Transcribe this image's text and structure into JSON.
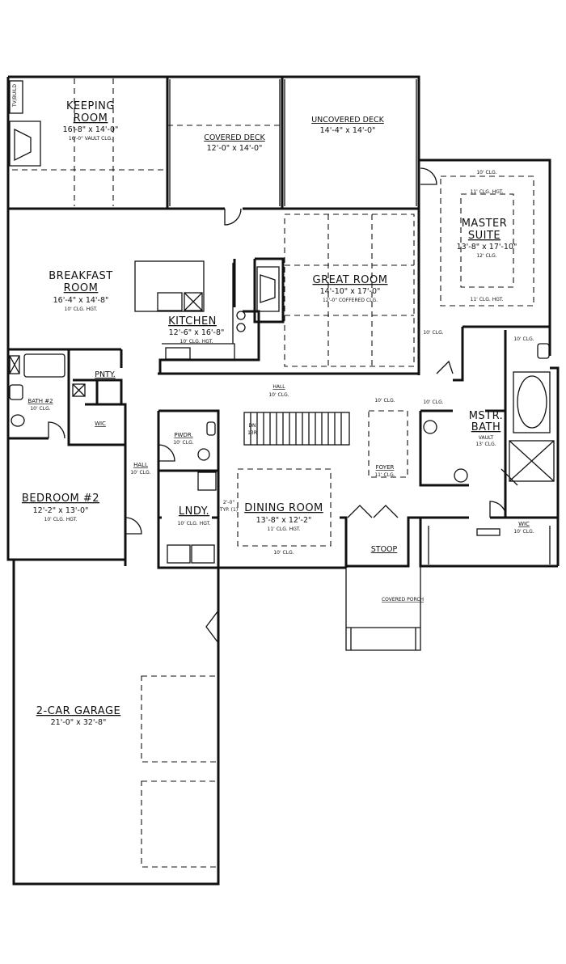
{
  "rooms": {
    "keeping_1": "KEEPING",
    "keeping_2": "ROOM",
    "keeping_dim": "16'-8\" x 14'-0\"",
    "keeping_clg": "16'-0\" VAULT CLG.",
    "tvlocation": "TV/BUILD",
    "covered_deck": "COVERED DECK",
    "covered_deck_dim": "12'-0\" x 14'-0\"",
    "uncovered_deck": "UNCOVERED DECK",
    "uncovered_deck_dim": "14'-4\" x 14'-0\"",
    "master_clg_top": "10' CLG.",
    "master_clg_hgt": "11' CLG. HGT.",
    "master_1": "MASTER",
    "master_2": "SUITE",
    "master_dim": "13'-8\" x 17'-10\"",
    "master_clg": "12' CLG.",
    "master_clg_bottom": "11' CLG. HGT.",
    "breakfast_1": "BREAKFAST",
    "breakfast_2": "ROOM",
    "breakfast_dim": "16'-4\" x 14'-8\"",
    "breakfast_clg": "10' CLG. HGT.",
    "great_room": "GREAT ROOM",
    "great_dim": "14'-10\" x 17'-0\"",
    "great_clg": "12'-0\" COFFERED CLG.",
    "kitchen": "KITCHEN",
    "kitchen_dim": "12'-6\" x 16'-8\"",
    "kitchen_clg": "10' CLG. HGT.",
    "clg_10_a": "10' CLG.",
    "clg_10_b": "10' CLG.",
    "pnty": "PNTY.",
    "hall_top": "HALL",
    "hall_top_clg": "10' CLG.",
    "bath2": "BATH #2",
    "bath2_clg": "10' CLG.",
    "wic_left": "WIC",
    "pwdr": "PWDR.",
    "pwdr_clg": "10' CLG.",
    "dn": "DN",
    "dn2": "13R",
    "foyer_clg_top": "10' CLG.",
    "foyer_clg_right": "10' CLG.",
    "foyer": "FOYER",
    "foyer_clg": "11' CLG.",
    "mstr_bath_1": "MSTR.",
    "mstr_bath_2": "BATH",
    "mstr_bath_vault": "VAULT",
    "mstr_bath_clg": "13' CLG.",
    "hall_left": "HALL",
    "hall_left_clg": "10' CLG.",
    "bedroom2": "BEDROOM #2",
    "bedroom2_dim": "12'-2\" x 13'-0\"",
    "bedroom2_clg": "10' CLG. HGT.",
    "lndy": "LNDY.",
    "lndy_clg": "10' CLG. HGT.",
    "dining": "DINING ROOM",
    "dining_dim": "13'-8\" x 12'-2\"",
    "dining_clg": "11' CLG. HGT.",
    "dining_clg_bottom": "10' CLG.",
    "dining_note_1": "2'-0\"",
    "dining_note_2": "TYP. (1)",
    "stoop": "STOOP",
    "wic_right": "WIC",
    "wic_right_clg": "10' CLG.",
    "covered_porch": "COVERED PORCH",
    "garage": "2-CAR GARAGE",
    "garage_dim": "21'-0\" x 32'-8\""
  }
}
